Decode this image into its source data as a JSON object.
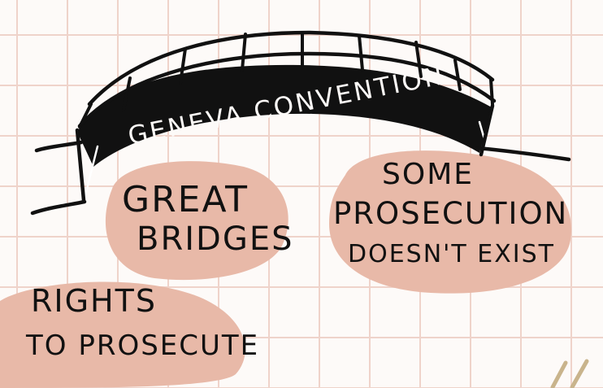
{
  "banner": {
    "title": "GENEVA CONVENTION"
  },
  "notes": {
    "great": "GREAT",
    "bridges": "BRIDGES",
    "some": "SOME",
    "prosecution": "PROSECUTION",
    "doesnt_exist": "DOESN'T EXIST",
    "rights": "RIGHTS",
    "to_prosecute": "TO PROSECUTE"
  },
  "colors": {
    "paper": "#fdfaf8",
    "grid": "#efd3ca",
    "blob": "#e8b9a8",
    "ink": "#111111"
  }
}
